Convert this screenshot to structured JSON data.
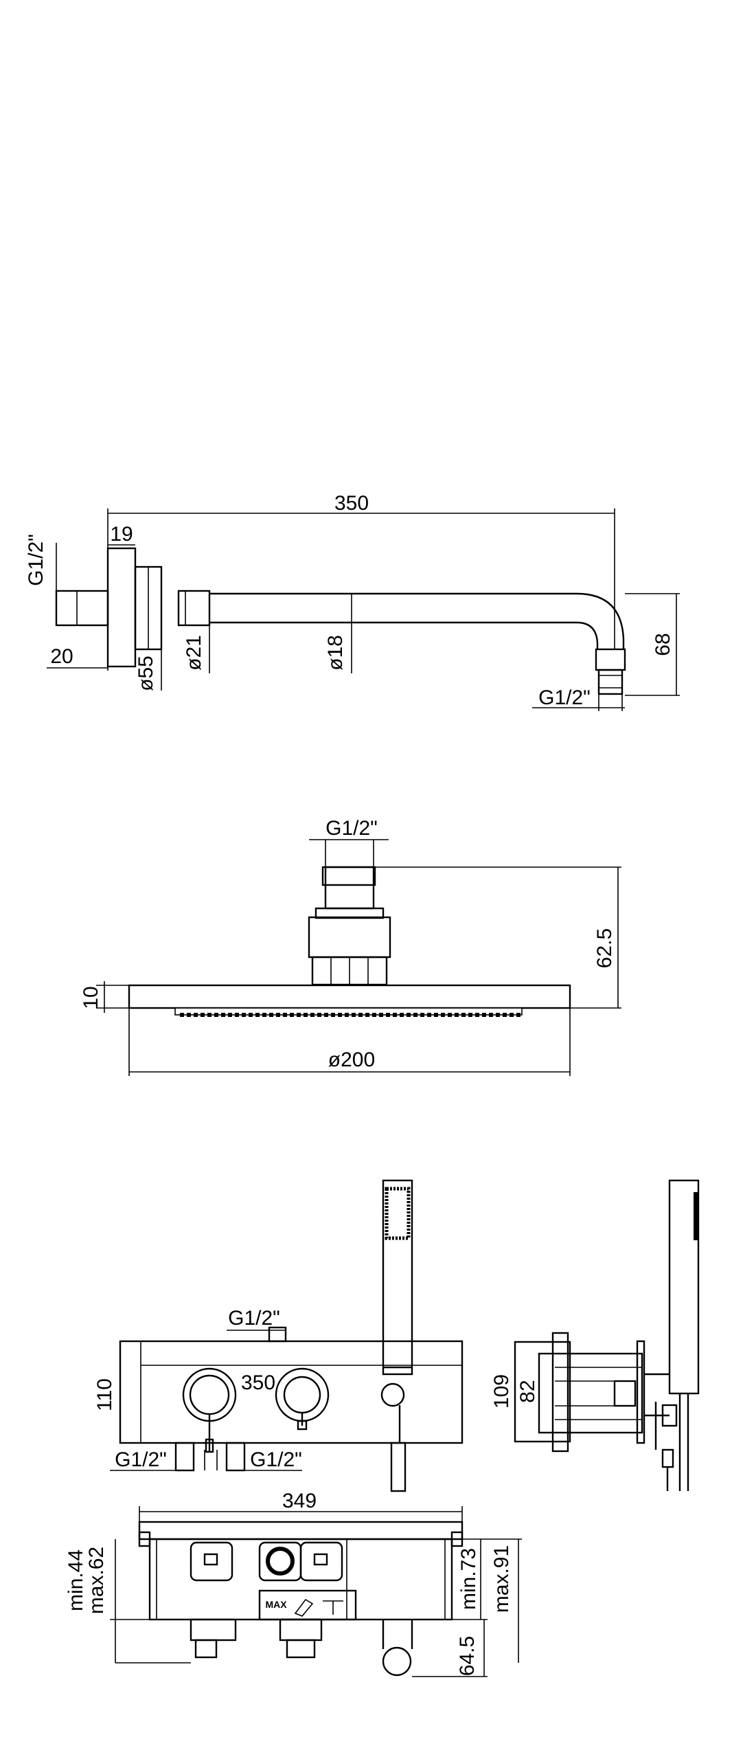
{
  "arm_view": {
    "dim_length": "350",
    "dim_flange_width": "19",
    "dim_thread_left": "G1/2\"",
    "dim_nipple_length": "20",
    "dim_flange_dia": "ø55",
    "dim_connector_dia": "ø21",
    "dim_pipe_dia": "ø18",
    "dim_drop": "68",
    "dim_thread_outlet": "G1/2\""
  },
  "head_view": {
    "dim_thread": "G1/2\"",
    "dim_height": "62.5",
    "dim_thickness": "10",
    "dim_diameter": "ø200"
  },
  "valve_front_view": {
    "dim_thread_top": "G1/2\"",
    "dim_height": "110",
    "dim_spacing": "350",
    "dim_thread_bottom_left": "G1/2\"",
    "dim_thread_bottom_right": "G1/2\""
  },
  "valve_side_view": {
    "dim_height_outer": "109",
    "dim_height_inner": "82"
  },
  "valve_top_view": {
    "dim_width": "349",
    "dim_min_left": "min.44",
    "dim_max_left": "max.62",
    "dim_min_right": "min.73",
    "dim_max_right": "max.91",
    "dim_handle": "64.5",
    "label_max": "MAX"
  }
}
